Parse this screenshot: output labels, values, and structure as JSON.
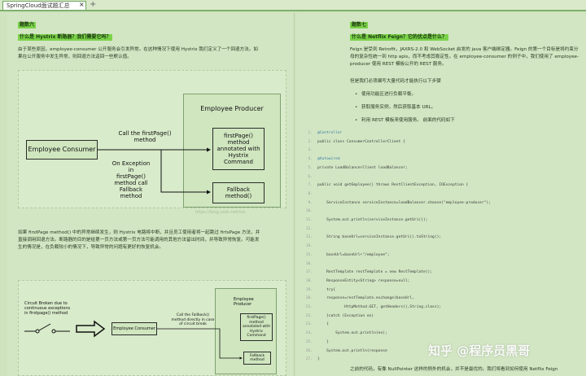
{
  "tab": {
    "title": "SpringCloud面试题汇总",
    "close": "×",
    "add": "+"
  },
  "left": {
    "heading1": "题数六",
    "heading2": "什么是 Hystrix 断路器？我们需要它吗？",
    "para1": "由于某些原因，employee-consumer 公开服务会引发异常。在这种情况下使用 Hystrix 我们定义了一个回退方法。如果在公开服务中发生异常，则回退方法返回一些默认值。",
    "para2": "如果 firstPage method() 中的异常继续发生，则 Hystrix 电路将中断，并且员工使用者将一起跳过 firtsPage 方法，并直接调用回退方法。断路器的目的是给第一页方法或第一页方法可能调用的其他方法留出时间，并导致异常恢复。可能发生的情况是，在负载较小的情况下，导致异常的问题有更好的恢复机会。",
    "diagram1": {
      "producer": "Employee Producer",
      "consumer": "Employee Consumer",
      "call": "Call the firstPage()\nmethod",
      "first": "firstPage()\nmethod\nannotated with\nHystrix\nCommand",
      "exception": "On Exception\nin\nfirstPage()\nmethod call\nFallback\nmethod",
      "fallback": "Fallback\nmethod()",
      "watermark": "https://blog.csdn.net/mo"
    },
    "diagram2": {
      "broken": "Circuit Broken due to\ncontinuous exceptions\nin firstpage() method",
      "consumer": "Employee Consumer",
      "call": "Call the Fallback()\nmethod directly in case\nof circuit break",
      "producer": "Employee\nProducer",
      "first": "firstPage()\nmethod\nannotated with\nHystrix\nCommand",
      "fallback": "Fallback\nmethod"
    }
  },
  "right": {
    "heading1": "题数七",
    "heading2": "什么是 Netflix Feign？它的优点是什么？",
    "para1": "Feign 是受到 Retrofit，JAXRS-2.0 和 WebSocket 启发的 java 客户端绑定器。Feign 的第一个目标是将约束分母的复杂性统一到 http apis，而不考虑其稳定性。在 employee-consumer 的例子中，我们使用了 employee-producer 使用 REST 模板公开的 REST 服务。",
    "para2": "但是我们必须编写大量代码才能执行以下步骤",
    "bullets": [
      "使用功能区进行负载平衡。",
      "获取服务实例，然后获取基本 URL。",
      "利用 REST 模板来使用服务。 前面的代码如下"
    ],
    "code": [
      {
        "n": "1.",
        "t": "@Controller"
      },
      {
        "n": "2.",
        "t": "public class ConsumerControllerClient {"
      },
      {
        "n": "3.",
        "t": ""
      },
      {
        "n": "4.",
        "t": "@Autowired"
      },
      {
        "n": "5.",
        "t": "private LoadBalancerClient loadBalancer;"
      },
      {
        "n": "6.",
        "t": ""
      },
      {
        "n": "7.",
        "t": "public void getEmployee() throws RestClientException, IOException {"
      },
      {
        "n": "8.",
        "t": ""
      },
      {
        "n": "9.",
        "t": "    ServiceInstance serviceInstance=loadBalancer.choose(\"employee-producer\");"
      },
      {
        "n": "10.",
        "t": ""
      },
      {
        "n": "11.",
        "t": "    System.out.println(serviceInstance.getUri());"
      },
      {
        "n": "12.",
        "t": ""
      },
      {
        "n": "13.",
        "t": "    String baseUrl=serviceInstance.getUri().toString();"
      },
      {
        "n": "14.",
        "t": ""
      },
      {
        "n": "15.",
        "t": "    baseUrl=baseUrl+\"/employee\";"
      },
      {
        "n": "16.",
        "t": ""
      },
      {
        "n": "17.",
        "t": "    RestTemplate restTemplate = new RestTemplate();"
      },
      {
        "n": "18.",
        "t": "    ResponseEntity<String> response=null;"
      },
      {
        "n": "19.",
        "t": "    try{"
      },
      {
        "n": "20.",
        "t": "    response=restTemplate.exchange(baseUrl,"
      },
      {
        "n": "21.",
        "t": "            HttpMethod.GET, getHeaders(),String.class);"
      },
      {
        "n": "22.",
        "t": "    }catch (Exception ex)"
      },
      {
        "n": "23.",
        "t": "    {"
      },
      {
        "n": "24.",
        "t": "        System.out.println(ex);"
      },
      {
        "n": "25.",
        "t": "    }"
      },
      {
        "n": "26.",
        "t": "    System.out.println(response"
      },
      {
        "n": "27.",
        "t": "}"
      }
    ],
    "footer": "之前的代码，有像 NullPointer 这样的例外的机会，并不是最优的。我们将看到如何使用 Netflix Feign"
  },
  "watermark": "知乎 @程序员黑哥"
}
